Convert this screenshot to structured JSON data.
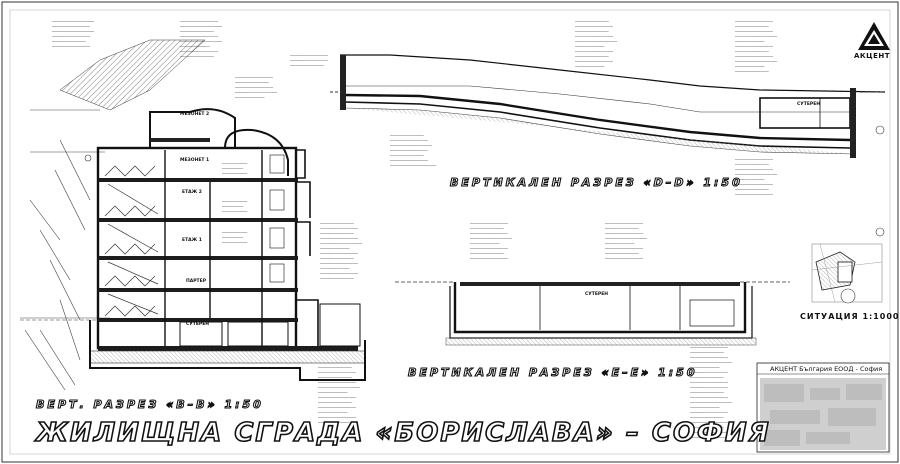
{
  "title": "ЖИЛИЩНА СГРАДА «БОРИСЛАВА» – СОФИЯ",
  "section_bb": "ВЕРТ. РАЗРЕЗ «В–В» 1:50",
  "section_dd": "ВЕРТИКАЛЕН РАЗРЕЗ «D–D» 1:50",
  "section_ee": "ВЕРТИКАЛЕН РАЗРЕЗ «Е–Е» 1:50",
  "situation": "СИТУАЦИЯ 1:1000",
  "company_block": "АКЦЕНТ България ЕООД - София",
  "logo_text": "АКЦЕНТ",
  "room_labels": {
    "mezonet2": "МЕЗОНЕТ 2",
    "mezonet1": "МЕЗОНЕТ 1",
    "etaj2": "ЕТАЖ 2",
    "etaj1": "ЕТАЖ 1",
    "parter": "ПАРТЕР",
    "suteren_bb": "СУТЕРЕН",
    "suteren_dd": "СУТЕРЕН",
    "suteren_ee": "СУТЕРЕН"
  },
  "colors": {
    "ink": "#111111",
    "wall": "#1a1a1a",
    "hatch": "#555555",
    "ground": "#777777"
  },
  "icons": [
    "logo-triangle-icon",
    "section-marker-icon"
  ]
}
